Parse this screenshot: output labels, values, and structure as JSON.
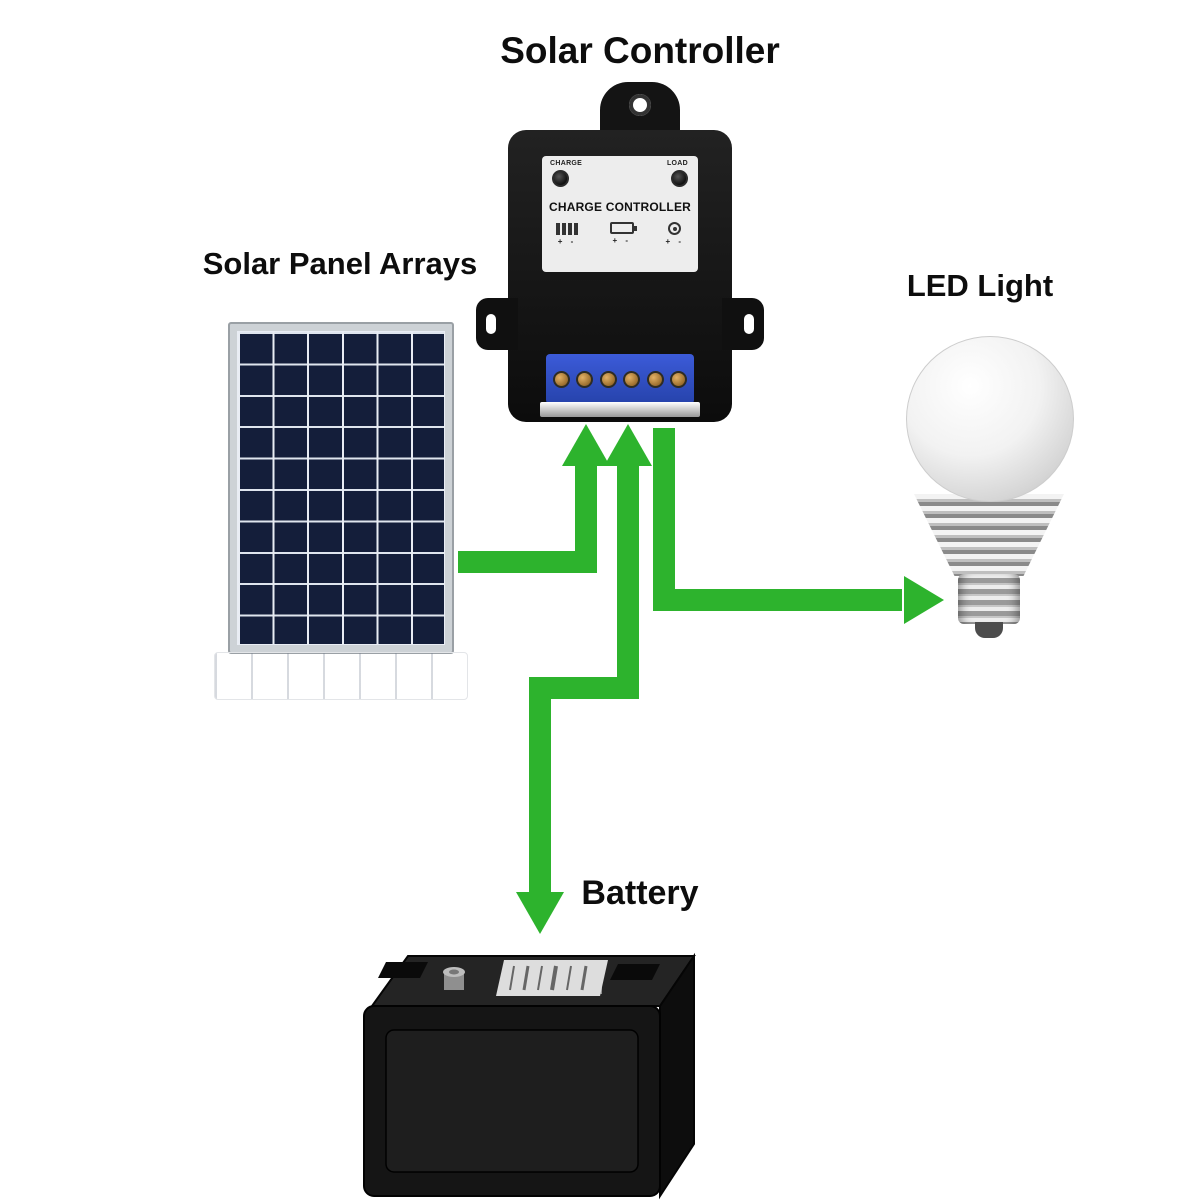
{
  "accent": {
    "arrow_green": "#2db32d"
  },
  "labels": {
    "solar_controller": "Solar Controller",
    "solar_panel_arrays": "Solar Panel Arrays",
    "led_light": "LED Light",
    "battery": "Battery"
  },
  "controller": {
    "title": "CHARGE CONTROLLER",
    "led_left": "CHARGE",
    "led_right": "LOAD",
    "polarity": "+ -"
  }
}
